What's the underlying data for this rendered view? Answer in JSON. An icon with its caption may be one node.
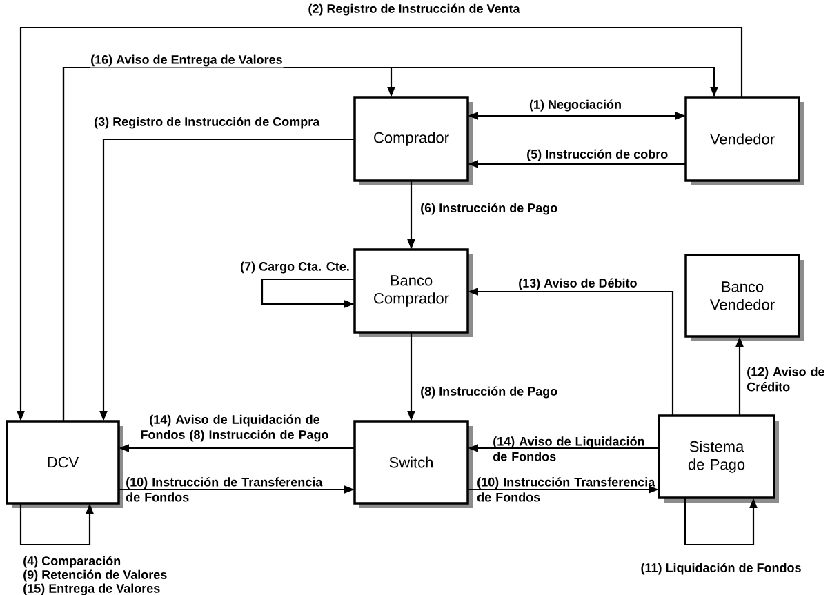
{
  "diagram": {
    "nodes": [
      {
        "text": [
          "Comprador"
        ]
      },
      {
        "text": [
          "Vendedor"
        ]
      },
      {
        "text": [
          "Banco Comprador"
        ]
      },
      {
        "text": [
          "Banco Vendedor"
        ]
      },
      {
        "text": [
          "DCV"
        ]
      },
      {
        "text": [
          "Switch"
        ]
      },
      {
        "text": [
          "Sistema de Pago"
        ]
      }
    ],
    "edges": [
      {
        "from": 0,
        "to": 1,
        "arrow": "both",
        "label": "(1) Negociación"
      },
      {
        "from": 1,
        "to": 4,
        "arrow": "to",
        "label": "(2) Registro de Instrucción de Venta"
      },
      {
        "from": 4,
        "to": 1,
        "arrow": "to",
        "label": "(16) Aviso de Entrega de Valores"
      },
      {
        "from": 4,
        "to": 0,
        "arrow": "to"
      },
      {
        "from": 0,
        "to": 4,
        "arrow": "to",
        "label": "(3) Registro de Instrucción de Compra"
      },
      {
        "from": 1,
        "to": 0,
        "arrow": "to",
        "label": "(5) Instrucción de cobro"
      },
      {
        "from": 0,
        "to": 2,
        "arrow": "to",
        "label": "(6) Instrucción de Pago"
      },
      {
        "from": 2,
        "to": 2,
        "arrow": "to",
        "label": "(7) Cargo Cta. Cte."
      },
      {
        "from": 6,
        "to": 2,
        "arrow": "to",
        "label": "(13) Aviso de Débito"
      },
      {
        "from": 6,
        "to": 3,
        "arrow": "to",
        "label": "(12) Aviso de Crédito"
      },
      {
        "from": 2,
        "to": 5,
        "arrow": "to",
        "label": "(8) Instrucción de Pago"
      },
      {
        "from": 5,
        "to": 4,
        "arrow": "to",
        "label": "(14) Aviso de Liquidación de Fondos (8) Instrucción de Pago"
      },
      {
        "from": 4,
        "to": 5,
        "arrow": "to",
        "label": "(10) Instrucción de Transferencia de Fondos"
      },
      {
        "from": 6,
        "to": 5,
        "arrow": "to",
        "label": "(14) Aviso de Liquidación de Fondos"
      },
      {
        "from": 5,
        "to": 6,
        "arrow": "to",
        "label": "(10) Instrucción Transferencia de Fondos"
      },
      {
        "from": 6,
        "to": 6,
        "arrow": "to",
        "label": "(11) Liquidación de Fondos"
      },
      {
        "from": 4,
        "to": 4,
        "arrow": "to"
      }
    ],
    "labels": [
      "(4) Comparación",
      "(9) Retención de Valores",
      "(15) Entrega de Valores"
    ]
  }
}
